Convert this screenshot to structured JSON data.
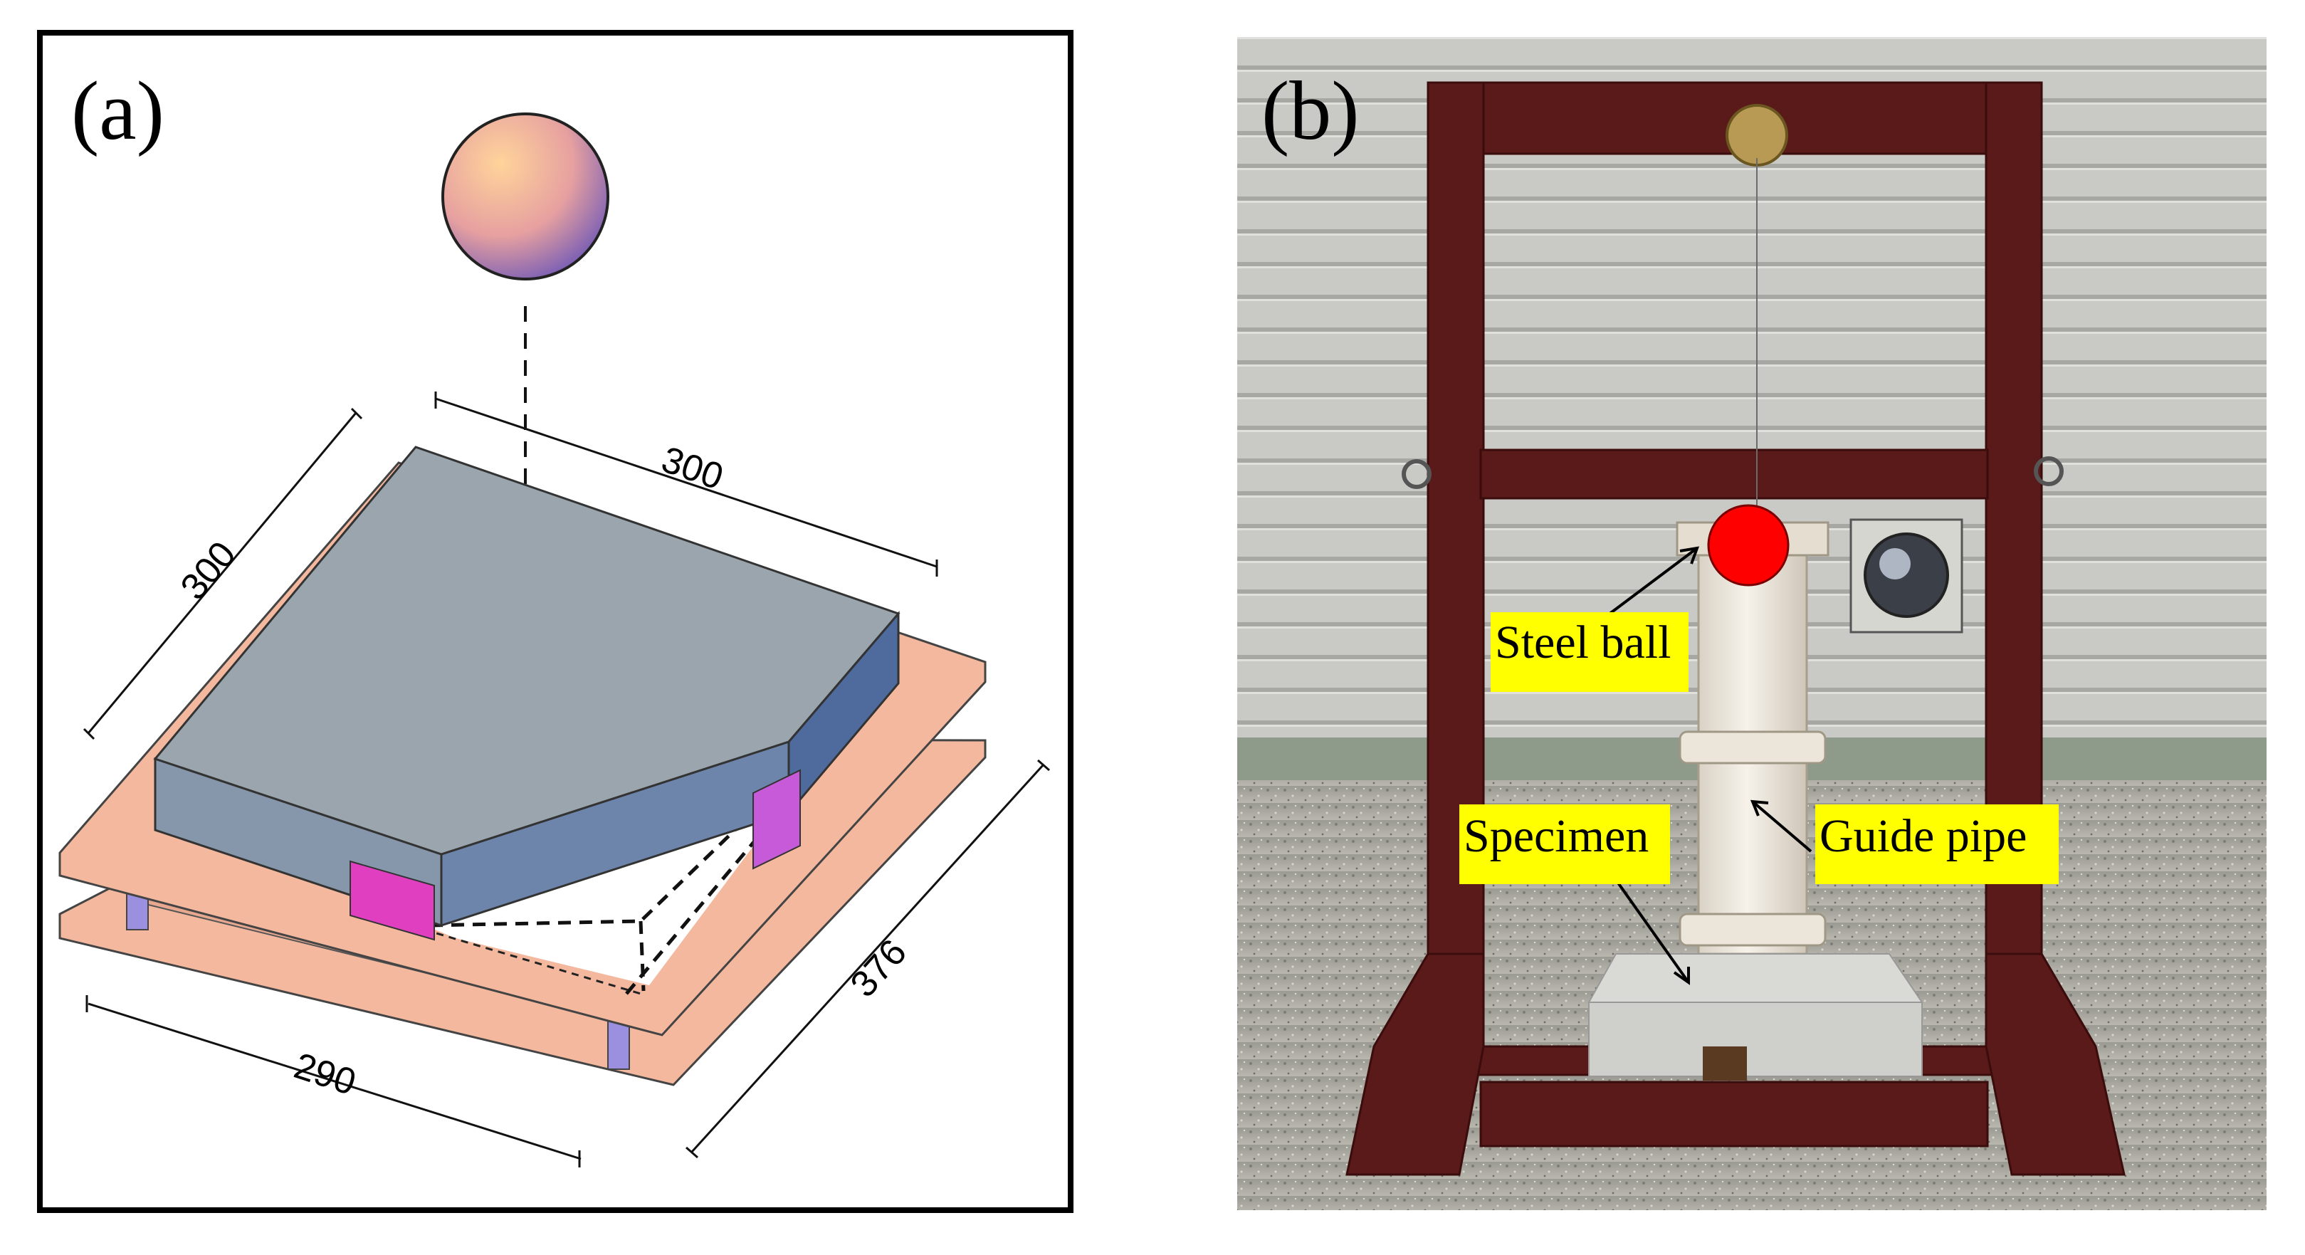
{
  "panels": {
    "a": {
      "label": "(a)"
    },
    "b": {
      "label": "(b)"
    }
  },
  "dimensions": {
    "top_length": "300",
    "side_length": "300",
    "base_width": "290",
    "base_depth": "376"
  },
  "callouts": {
    "steel_ball": "Steel ball",
    "specimen": "Specimen",
    "guide_pipe": "Guide pipe"
  },
  "colors": {
    "slab_top": "#9aa5ae",
    "slab_front": "#8797ab",
    "slab_side": "#4f6a9c",
    "steel_plate": "#f3b89e",
    "pads": "#e040c0",
    "ball_marker": "#ff0000",
    "callout_bg": "#ffff00",
    "frame": "#5a1a1a"
  }
}
